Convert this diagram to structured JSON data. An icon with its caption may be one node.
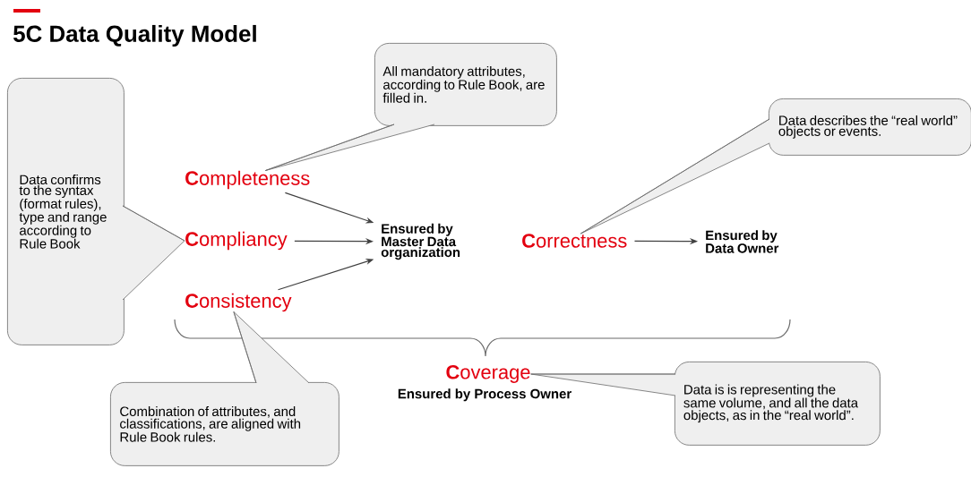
{
  "diagram": {
    "title": "5C Data Quality Model",
    "nodes": [
      {
        "text": [
          "Data confirms to the syntax (format rules), type and range according to Rule Book"
        ]
      },
      {
        "text": [
          "All mandatory attributes, according to Rule Book, are filled in."
        ]
      },
      {
        "text": [
          "Data describes the “real world” objects or events."
        ]
      },
      {
        "text": [
          "**C**ompleteness"
        ]
      },
      {
        "text": [
          "**C**ompliancy"
        ]
      },
      {
        "text": [
          "**C**onsistency"
        ]
      },
      {
        "text": [
          "Ensured by Master Data organization"
        ]
      },
      {
        "text": [
          "**C**orrectness"
        ]
      },
      {
        "text": [
          "Ensured by Data Owner"
        ]
      },
      {
        "text": [
          "**C**overage"
        ],
        "beside": [
          "Ensured by Process Owner"
        ]
      },
      {
        "text": [
          "Combination of attributes, and classifications, are aligned with Rule Book rules."
        ]
      },
      {
        "text": [
          "Data is is representing the same volume, and all the data objects, as in the “real world”."
        ]
      }
    ],
    "edges": [
      {
        "from": 3,
        "to": 6,
        "arrow": "to"
      },
      {
        "from": 4,
        "to": 6,
        "arrow": "to"
      },
      {
        "from": 5,
        "to": 6,
        "arrow": "to"
      },
      {
        "from": 7,
        "to": 8,
        "arrow": "to"
      },
      {
        "from": 0,
        "to": 4,
        "arrow": "none"
      },
      {
        "from": 1,
        "to": 3,
        "arrow": "none"
      },
      {
        "from": 2,
        "to": 7,
        "arrow": "none"
      },
      {
        "from": 10,
        "to": 5,
        "arrow": "none"
      },
      {
        "from": 11,
        "to": 9,
        "arrow": "none"
      }
    ]
  }
}
